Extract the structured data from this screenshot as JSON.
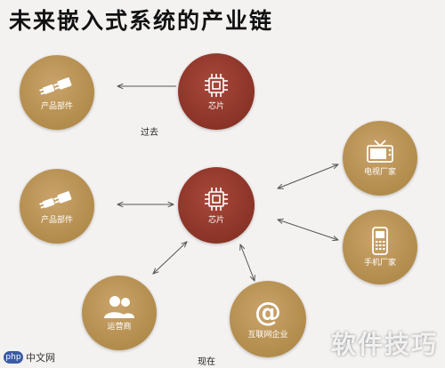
{
  "title": "未来嵌入式系统的产业链",
  "nodes": {
    "past_parts": "产品部件",
    "past_chip": "芯片",
    "now_parts": "产品部件",
    "now_chip": "芯片",
    "tv": "电视厂家",
    "phone": "手机厂家",
    "operator": "运营商",
    "internet": "互联网企业"
  },
  "captions": {
    "past": "过去",
    "now": "现在"
  },
  "watermark": {
    "brand_text": "软件技巧",
    "site_badge": "php",
    "site_text": "中文网"
  },
  "colors": {
    "gold": "#b8904f",
    "red": "#8e3a2c",
    "arrow": "#555555"
  }
}
